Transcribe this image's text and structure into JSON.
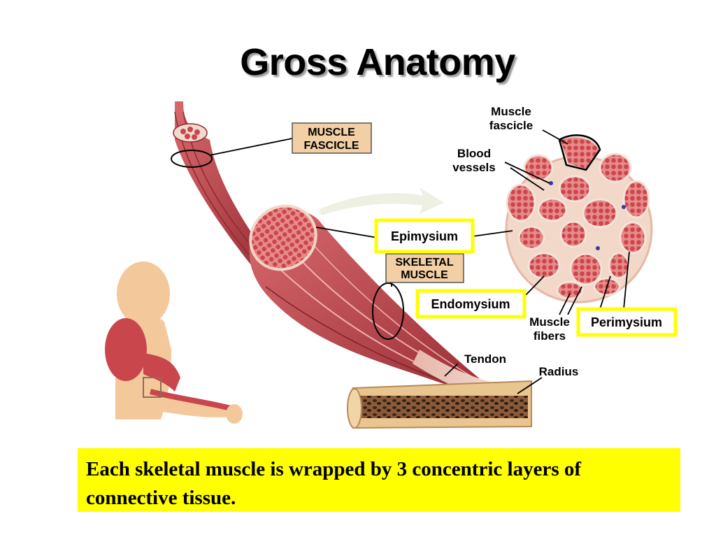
{
  "slide": {
    "title": "Gross Anatomy",
    "caption": "Each skeletal muscle is wrapped by 3 concentric layers of connective tissue."
  },
  "labels": {
    "muscle_fascicle_box_1": "MUSCLE",
    "muscle_fascicle_box_2": "FASCICLE",
    "skeletal_muscle_1": "SKELETAL",
    "skeletal_muscle_2": "MUSCLE",
    "epimysium": "Epimysium",
    "endomysium": "Endomysium",
    "perimysium": "Perimysium",
    "muscle_fascicle_1": "Muscle",
    "muscle_fascicle_2": "fascicle",
    "blood_vessels_1": "Blood",
    "blood_vessels_2": "vessels",
    "muscle_fibers_1": "Muscle",
    "muscle_fibers_2": "fibers",
    "tendon": "Tendon",
    "radius": "Radius"
  },
  "colors": {
    "highlight": "#ffff00",
    "label_box": "#f2cfa4",
    "muscle": "#c8464c",
    "muscle_dark": "#8e2a30",
    "skin": "#f3c99c",
    "bone": "#e9c58f"
  }
}
